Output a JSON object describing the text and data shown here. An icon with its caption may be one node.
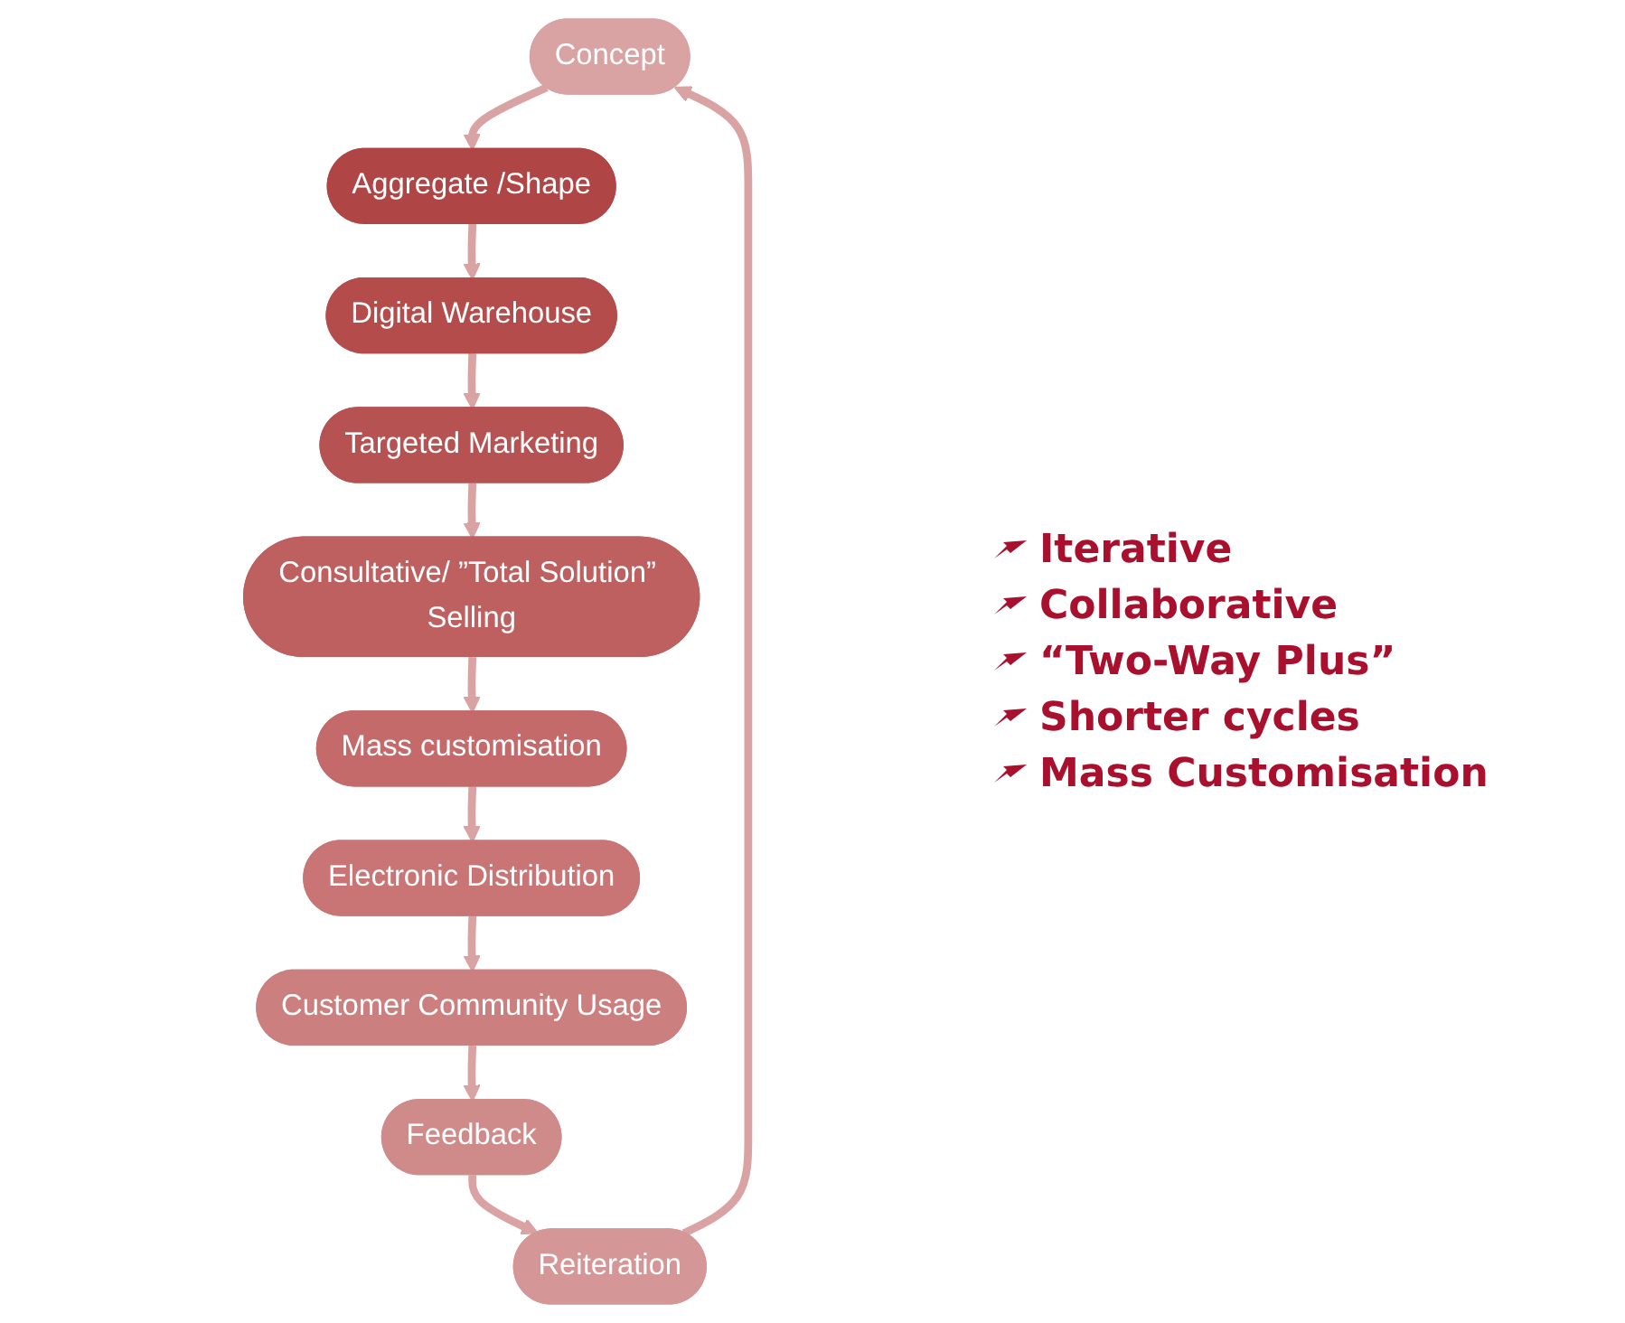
{
  "diagram": {
    "nodes": [
      {
        "text": [
          "Concept"
        ]
      },
      {
        "text": [
          "Aggregate /Shape"
        ]
      },
      {
        "text": [
          "Digital Warehouse"
        ]
      },
      {
        "text": [
          "Targeted Marketing"
        ]
      },
      {
        "text": [
          "Consultative/ ”Total Solution” Selling"
        ]
      },
      {
        "text": [
          "Mass customisation"
        ]
      },
      {
        "text": [
          "Electronic Distribution"
        ]
      },
      {
        "text": [
          "Customer Community Usage"
        ]
      },
      {
        "text": [
          "Feedback"
        ]
      },
      {
        "text": [
          "Reiteration"
        ]
      }
    ],
    "edges": [
      {
        "from": 0,
        "to": 1,
        "arrow": "to"
      },
      {
        "from": 1,
        "to": 2,
        "arrow": "to"
      },
      {
        "from": 2,
        "to": 3,
        "arrow": "to"
      },
      {
        "from": 3,
        "to": 4,
        "arrow": "to"
      },
      {
        "from": 4,
        "to": 5,
        "arrow": "to"
      },
      {
        "from": 5,
        "to": 6,
        "arrow": "to"
      },
      {
        "from": 6,
        "to": 7,
        "arrow": "to"
      },
      {
        "from": 7,
        "to": 8,
        "arrow": "to"
      },
      {
        "from": 8,
        "to": 9,
        "arrow": "to"
      },
      {
        "from": 9,
        "to": 0,
        "arrow": "to"
      }
    ],
    "labels": [
      "Iterative",
      "Collaborative",
      "“Two-Way Plus”",
      "Shorter cycles",
      "Mass Customisation"
    ]
  }
}
